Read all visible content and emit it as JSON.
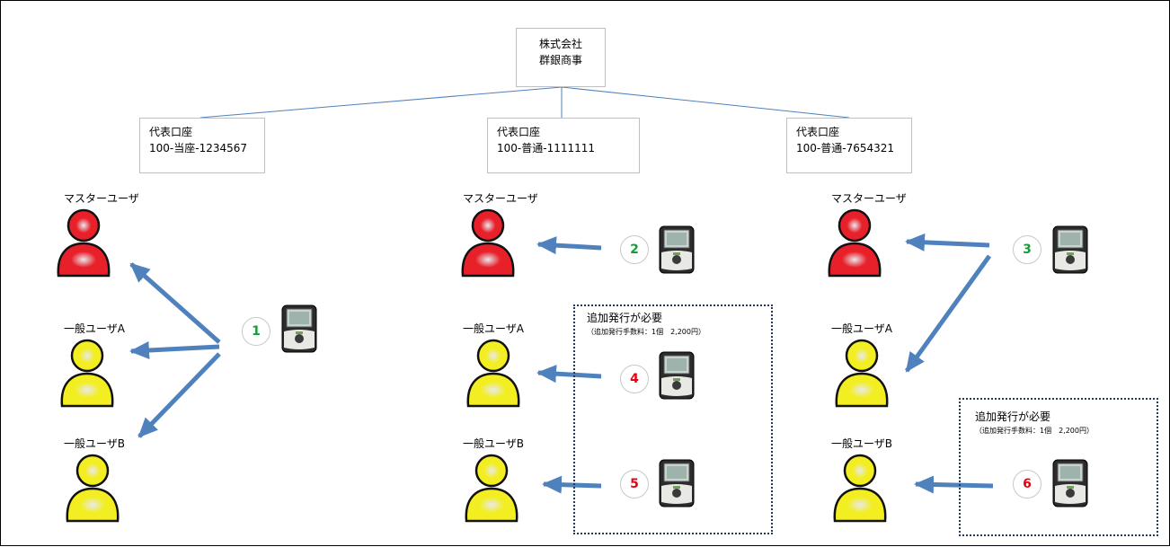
{
  "company": {
    "line1": "株式会社",
    "line2": "群銀商事"
  },
  "accounts": [
    {
      "title": "代表口座",
      "number": "100-当座-1234567"
    },
    {
      "title": "代表口座",
      "number": "100-普通-1111111"
    },
    {
      "title": "代表口座",
      "number": "100-普通-7654321"
    }
  ],
  "roles": {
    "master": "マスターユーザ",
    "user_a": "一般ユーザA",
    "user_b": "一般ユーザB"
  },
  "tokens": [
    {
      "number": "1",
      "color": "green"
    },
    {
      "number": "2",
      "color": "green"
    },
    {
      "number": "3",
      "color": "green"
    },
    {
      "number": "4",
      "color": "red"
    },
    {
      "number": "5",
      "color": "red"
    },
    {
      "number": "6",
      "color": "red"
    }
  ],
  "notes": [
    {
      "title": "追加発行が必要",
      "detail": "（追加発行手数料：1個　2,200円）"
    },
    {
      "title": "追加発行が必要",
      "detail": "（追加発行手数料：1個　2,200円）"
    }
  ],
  "colors": {
    "master": "#e8202a",
    "general": "#f2ee22",
    "arrow": "#4f81bd",
    "connector": "#4f81bd",
    "badge_green": "#1a9a3a",
    "badge_red": "#e60012",
    "dotted_border": "#1f3a5a"
  }
}
